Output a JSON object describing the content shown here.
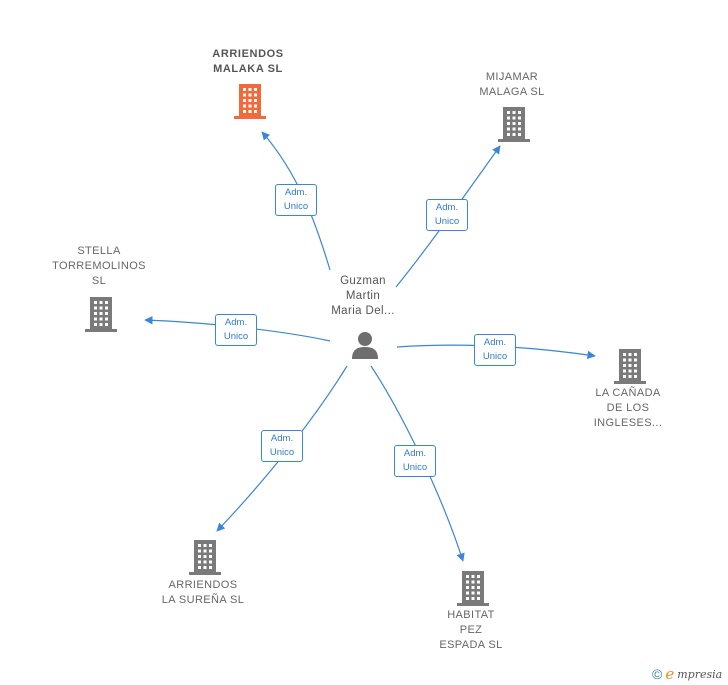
{
  "center": {
    "label": "Guzman\nMartin\nMaria Del..."
  },
  "companies": [
    {
      "id": "arriendos-malaka",
      "label": "ARRIENDOS\nMALAKA  SL",
      "highlight": true
    },
    {
      "id": "mijamar-malaga",
      "label": "MIJAMAR\nMALAGA  SL",
      "highlight": false
    },
    {
      "id": "stella-torremolinos",
      "label": "STELLA\nTORREMOLINOS\nSL",
      "highlight": false
    },
    {
      "id": "la-canada",
      "label": "LA CAÑADA\nDE LOS\nINGLESES...",
      "highlight": false
    },
    {
      "id": "arriendos-la-surena",
      "label": "ARRIENDOS\nLA SUREÑA  SL",
      "highlight": false
    },
    {
      "id": "habitat-pez-espada",
      "label": "HABITAT\nPEZ\nESPADA  SL",
      "highlight": false
    }
  ],
  "edges": [
    {
      "to": "arriendos-malaka",
      "label": "Adm.\nUnico"
    },
    {
      "to": "mijamar-malaga",
      "label": "Adm.\nUnico"
    },
    {
      "to": "stella-torremolinos",
      "label": "Adm.\nUnico"
    },
    {
      "to": "la-canada",
      "label": "Adm.\nUnico"
    },
    {
      "to": "arriendos-la-surena",
      "label": "Adm.\nUnico"
    },
    {
      "to": "habitat-pez-espada",
      "label": "Adm.\nUnico"
    }
  ],
  "colors": {
    "edge": "#3b86d6",
    "building": "#7a7a7a",
    "highlight": "#f26a3a",
    "person": "#6e6e6e"
  },
  "footer": {
    "copyright": "©",
    "brand_initial": "e",
    "brand_rest": "mpresia"
  }
}
